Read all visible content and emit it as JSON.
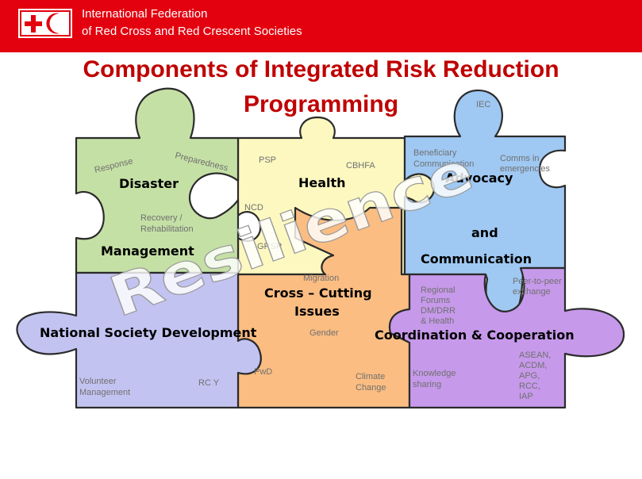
{
  "header": {
    "org_line1": "International Federation",
    "org_line2": "of Red Cross and Red Crescent Societies",
    "brand_color": "#e3000f"
  },
  "title": {
    "line1": "Components of Integrated Risk Reduction",
    "line2": "Programming",
    "color": "#c00000"
  },
  "watermark": "Resilience",
  "pieces": {
    "disaster_management": {
      "color": "#c5e0a5",
      "title1": "Disaster",
      "title2": "Management",
      "response": "Response",
      "preparedness": "Preparedness",
      "recovery1": "Recovery /",
      "recovery2": "Rehabilitation"
    },
    "health": {
      "color": "#fcf8c0",
      "title": "Health",
      "psp": "PSP",
      "cbhfa": "CBHFA",
      "ncd": "NCD",
      "grsp": "GRSP"
    },
    "advocacy": {
      "color": "#9fc8f2",
      "title1": "Advocacy",
      "title2": "and",
      "title3": "Communication",
      "iec": "IEC",
      "beneficiary1": "Beneficiary",
      "beneficiary2": "Communication",
      "comms1": "Comms in",
      "comms2": "emergencies"
    },
    "cross_cutting": {
      "color": "#fbbd82",
      "title1": "Cross – Cutting",
      "title2": "Issues",
      "migration": "Migration",
      "gender": "Gender",
      "pwd": "PwD",
      "climate1": "Climate",
      "climate2": "Change"
    },
    "nsd": {
      "color": "#c3c3f2",
      "title": "National Society Development",
      "volunteer1": "Volunteer",
      "volunteer2": "Management",
      "rcy": "RC Y"
    },
    "coordination": {
      "color": "#c699ea",
      "title": "Coordination & Cooperation",
      "regional1": "Regional",
      "regional2": "Forums",
      "regional3": "DM/DRR",
      "regional4": "& Health",
      "peer1": "Peer-to-peer",
      "peer2": "exchange",
      "knowledge1": "Knowledge",
      "knowledge2": "sharing",
      "asean1": "ASEAN,",
      "asean2": "ACDM,",
      "asean3": "APG,",
      "asean4": "RCC,",
      "asean5": "IAP"
    }
  }
}
